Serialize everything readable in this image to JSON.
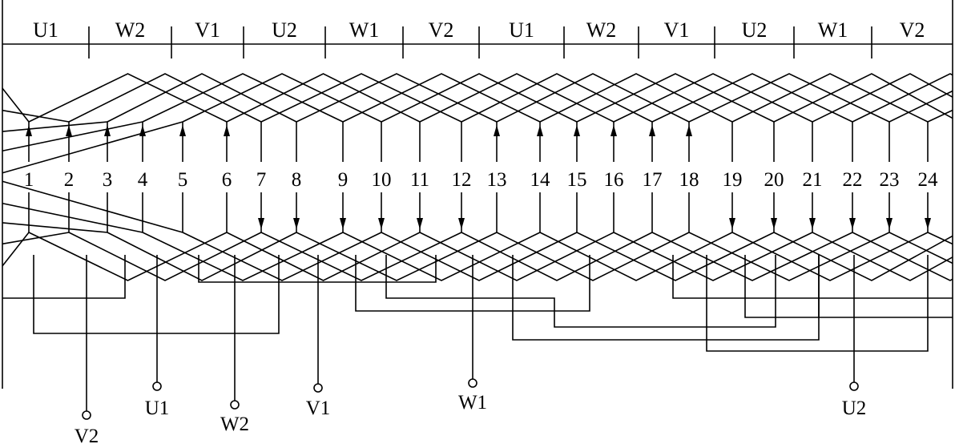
{
  "phase_bands": [
    "U1",
    "W2",
    "V1",
    "U2",
    "W1",
    "V2",
    "U1",
    "W2",
    "V1",
    "U2",
    "W1",
    "V2"
  ],
  "slots": [
    "1",
    "2",
    "3",
    "4",
    "5",
    "6",
    "7",
    "8",
    "9",
    "10",
    "11",
    "12",
    "13",
    "14",
    "15",
    "16",
    "17",
    "18",
    "19",
    "20",
    "21",
    "22",
    "23",
    "24"
  ],
  "current_direction": [
    "up",
    "up",
    "up",
    "up",
    "up",
    "up",
    "down",
    "down",
    "down",
    "down",
    "down",
    "down",
    "up",
    "up",
    "up",
    "up",
    "up",
    "up",
    "down",
    "down",
    "down",
    "down",
    "down",
    "down"
  ],
  "terminals": [
    "V2",
    "U1",
    "W2",
    "V1",
    "W1",
    "U2"
  ]
}
